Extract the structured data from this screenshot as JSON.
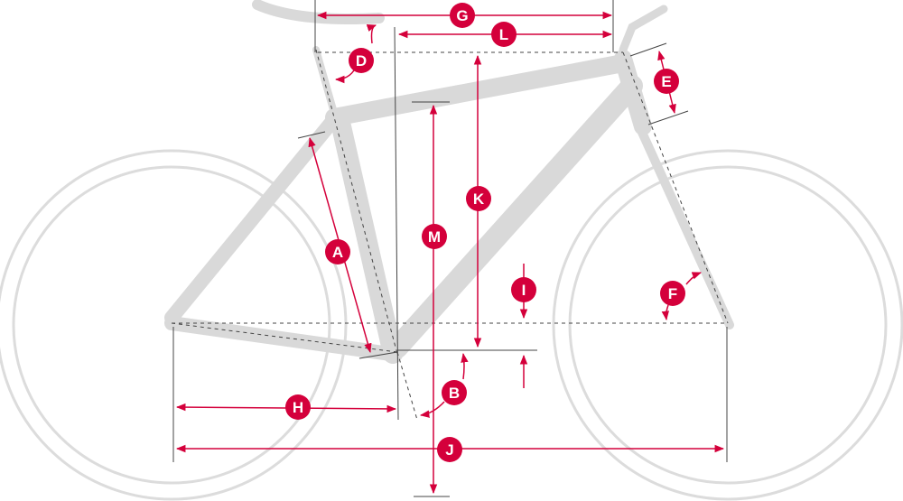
{
  "title": "Bike geometry",
  "accent_color": "#d4003b",
  "frame_color": "#d9d9d9",
  "labels": {
    "A": "A",
    "B": "B",
    "D": "D",
    "E": "E",
    "F": "F",
    "G": "G",
    "H": "H",
    "I": "I",
    "J": "J",
    "K": "K",
    "L": "L",
    "M": "M"
  }
}
